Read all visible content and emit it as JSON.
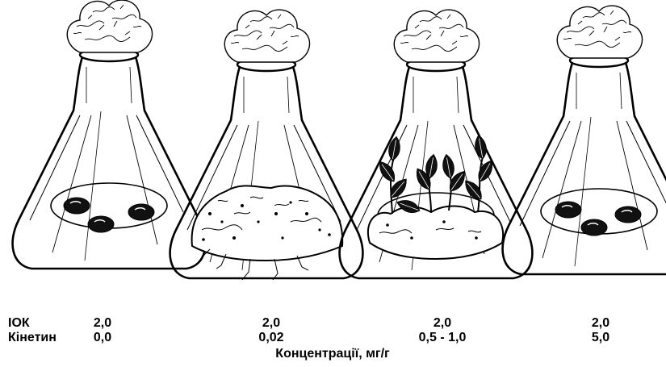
{
  "rows": [
    {
      "name": "ІОК",
      "values": [
        "2,0",
        "2,0",
        "2,0",
        "2,0"
      ]
    },
    {
      "name": "Кінетин",
      "values": [
        "0,0",
        "0,02",
        "0,5 - 1,0",
        "5,0"
      ]
    }
  ],
  "caption": "Концентрації, мг/г",
  "flasks": [
    {
      "content": "three-seeds"
    },
    {
      "content": "callus-with-roots"
    },
    {
      "content": "callus-with-shoots"
    },
    {
      "content": "three-seeds"
    }
  ]
}
